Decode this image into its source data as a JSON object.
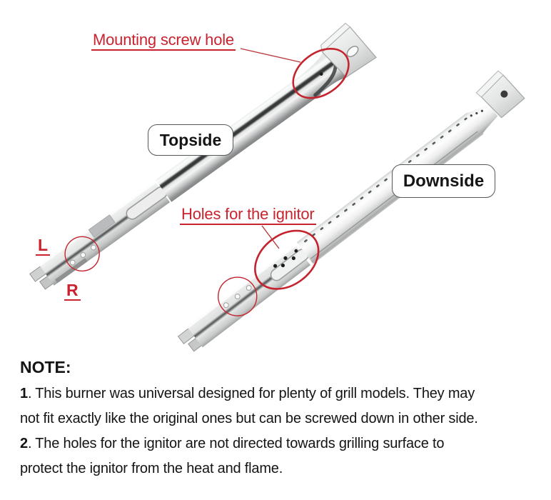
{
  "annotations": {
    "mounting_screw_hole": "Mounting screw hole",
    "holes_for_ignitor": "Holes for the ignitor",
    "left_mark": "L",
    "right_mark": "R"
  },
  "burner_labels": {
    "topside": "Topside",
    "downside": "Downside"
  },
  "note": {
    "heading": "NOTE:",
    "points": [
      {
        "num": "1",
        "lines": [
          ". This burner was universal designed for plenty of grill models. They may",
          "not fit exactly like the original ones but can be screwed down in other side."
        ]
      },
      {
        "num": "2",
        "lines": [
          ". The holes for the ignitor are not directed towards grilling surface to",
          "protect the ignitor from the heat and flame."
        ]
      }
    ]
  },
  "colors": {
    "annotation_red": "#c9232f",
    "metal_highlight": "#fcfcfc",
    "metal_shadow": "#7f8182",
    "background": "#ffffff"
  }
}
